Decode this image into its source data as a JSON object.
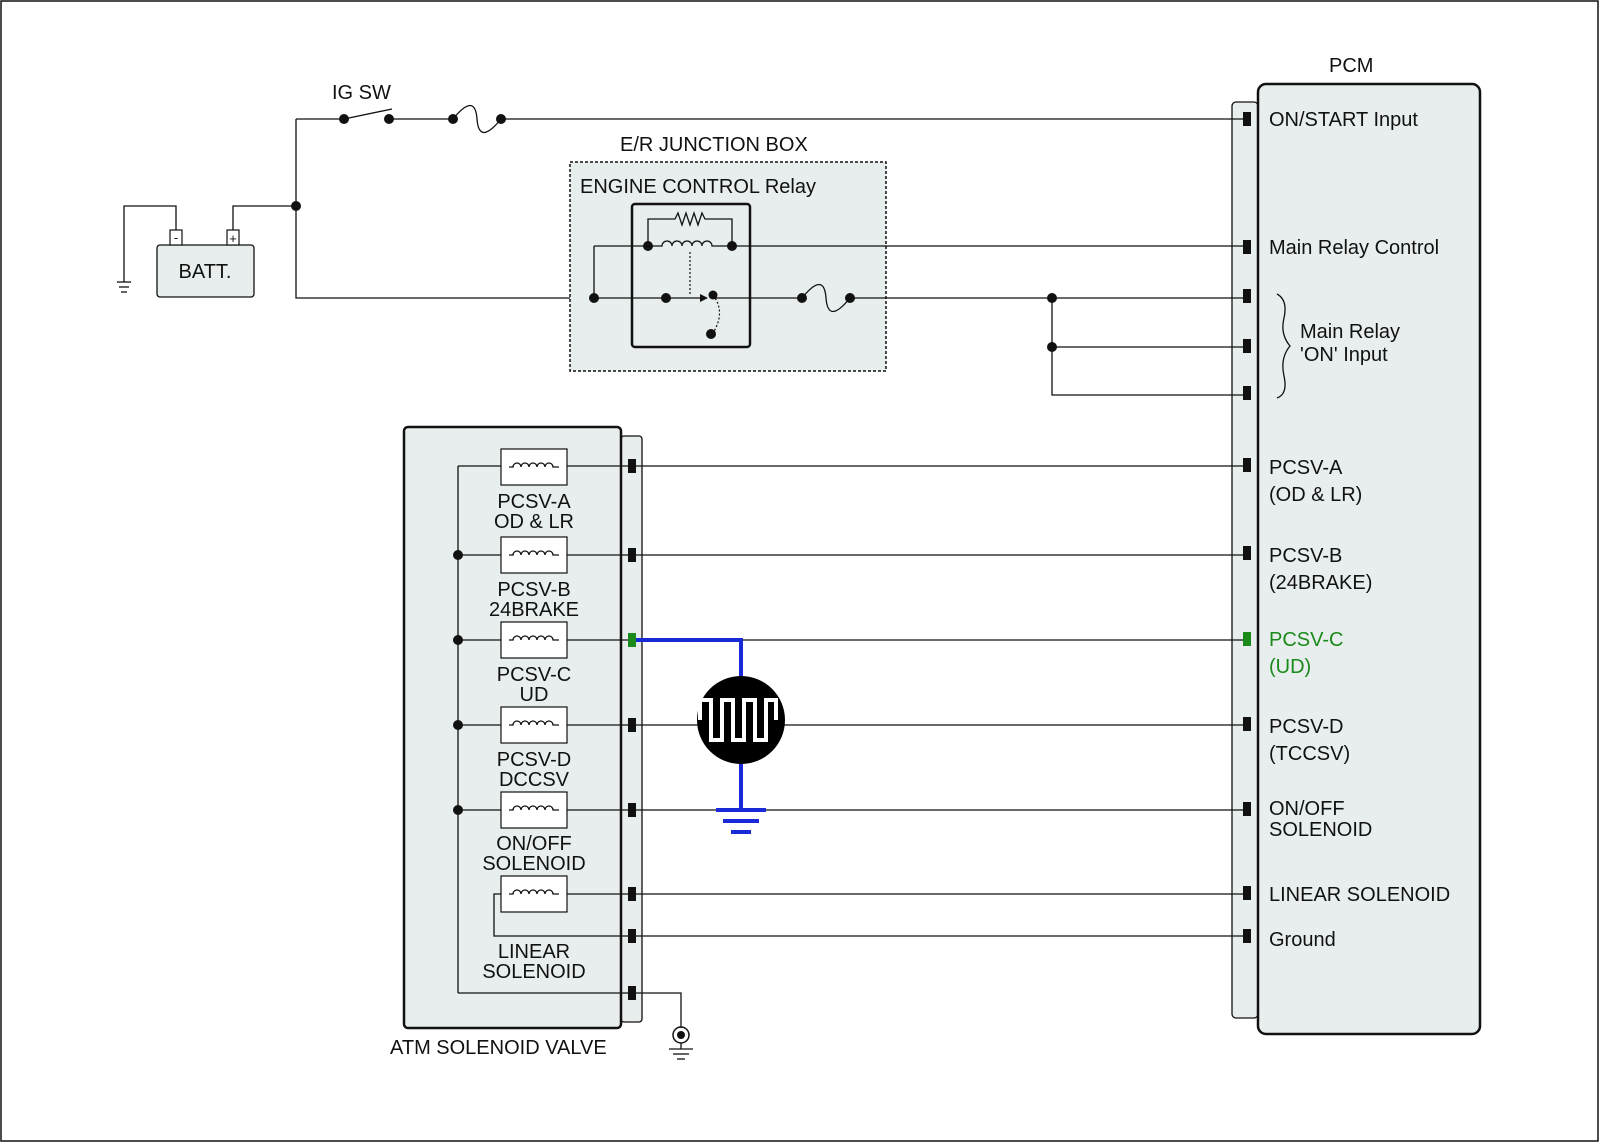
{
  "pcm": {
    "title": "PCM",
    "pins": {
      "on_start": "ON/START Input",
      "main_relay_control": "Main Relay Control",
      "main_relay_on_line1": "Main Relay",
      "main_relay_on_line2": "'ON' Input",
      "pcsv_a_line1": "PCSV-A",
      "pcsv_a_line2": "(OD & LR)",
      "pcsv_b_line1": "PCSV-B",
      "pcsv_b_line2": "(24BRAKE)",
      "pcsv_c_line1": "PCSV-C",
      "pcsv_c_line2": "(UD)",
      "pcsv_d_line1": "PCSV-D",
      "pcsv_d_line2": "(TCCSV)",
      "onoff_line1": "ON/OFF",
      "onoff_line2": "SOLENOID",
      "linear": "LINEAR SOLENOID",
      "ground": "Ground"
    }
  },
  "ig_sw": "IG SW",
  "battery": {
    "label": "BATT.",
    "minus": "-",
    "plus": "+"
  },
  "junction_box": {
    "title": "E/R JUNCTION BOX",
    "relay": "ENGINE CONTROL Relay"
  },
  "atm": {
    "title": "ATM SOLENOID VALVE",
    "pcsv_a_line1": "PCSV-A",
    "pcsv_a_line2": "OD & LR",
    "pcsv_b_line1": "PCSV-B",
    "pcsv_b_line2": "24BRAKE",
    "pcsv_c_line1": "PCSV-C",
    "pcsv_c_line2": "UD",
    "pcsv_d_line1": "PCSV-D",
    "pcsv_d_line2": "DCCSV",
    "onoff_line1": "ON/OFF",
    "onoff_line2": "SOLENOID",
    "linear_line1": "LINEAR",
    "linear_line2": "SOLENOID"
  },
  "colors": {
    "highlight": "#1a8a1a",
    "probe_wire": "#1a2ad8",
    "wire": "#111111",
    "box_fill": "#e8eeee"
  },
  "icons": [
    "battery-icon",
    "ground-icon",
    "switch-icon",
    "fuse-icon",
    "relay-coil-icon",
    "solenoid-icon",
    "oscilloscope-icon"
  ]
}
